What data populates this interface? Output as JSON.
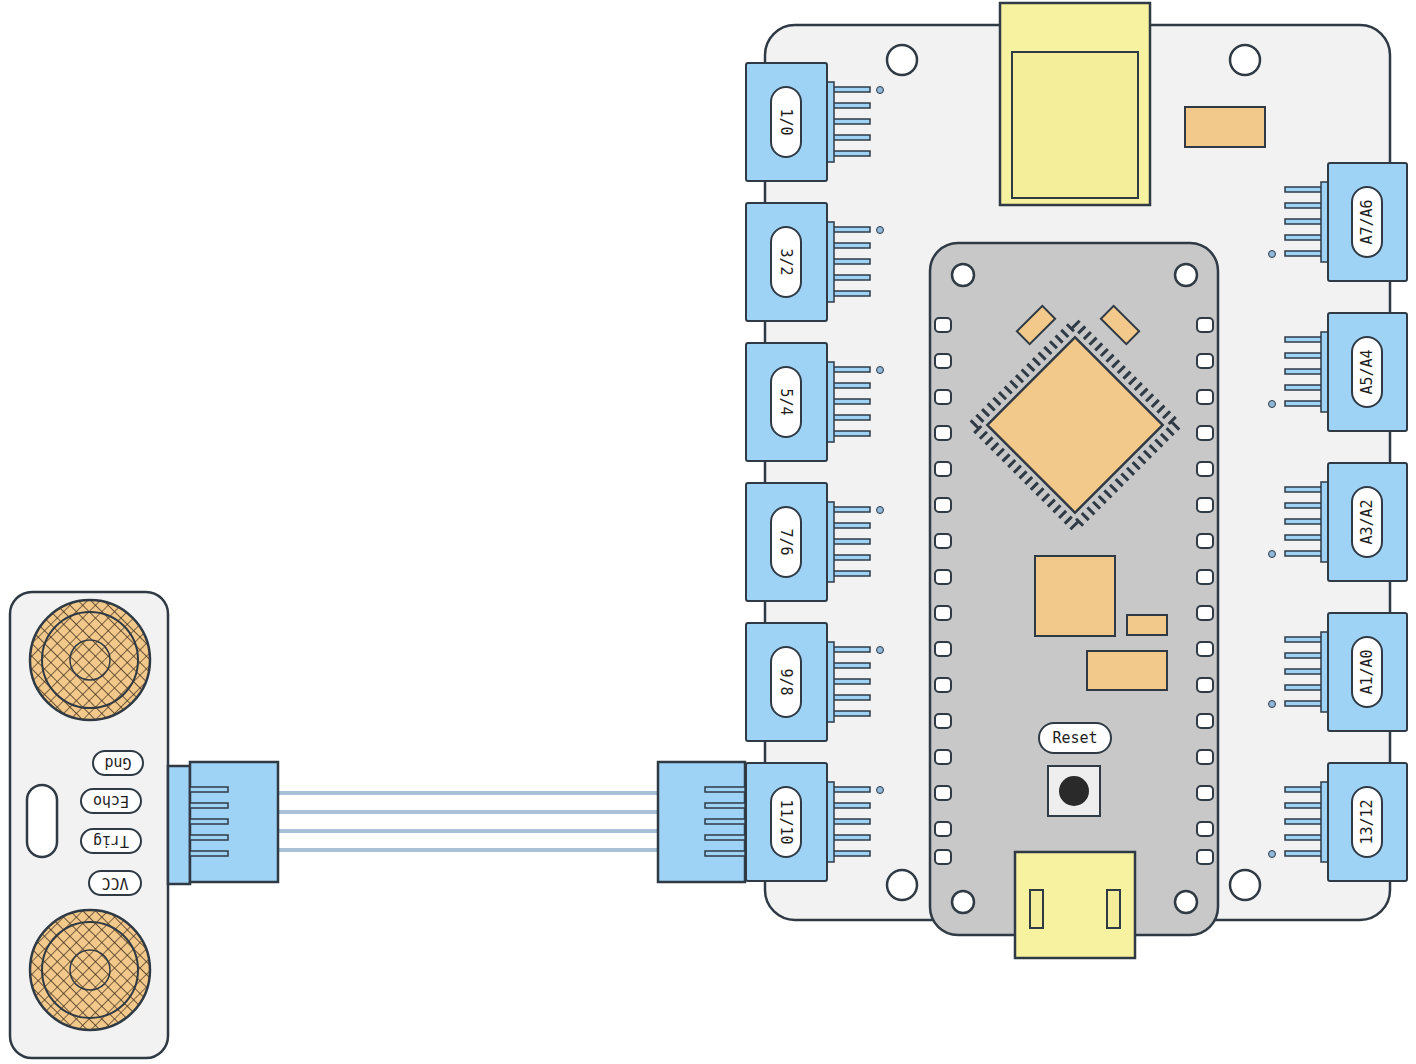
{
  "diagram": {
    "nodes": [
      {
        "text": [
          "1/0"
        ]
      },
      {
        "text": [
          "3/2"
        ]
      },
      {
        "text": [
          "5/4"
        ]
      },
      {
        "text": [
          "7/6"
        ]
      },
      {
        "text": [
          "9/8"
        ]
      },
      {
        "text": [
          "11/10"
        ]
      },
      {
        "text": [
          "A7/A6"
        ]
      },
      {
        "text": [
          "A5/A4"
        ]
      },
      {
        "text": [
          "A3/A2"
        ]
      },
      {
        "text": [
          "A1/A0"
        ]
      },
      {
        "text": [
          "13/12"
        ]
      },
      {
        "text": [
          "Reset"
        ]
      },
      {
        "text": [
          "Gnd",
          "Echo",
          "Trig",
          "VCC"
        ]
      }
    ],
    "edges": [
      {
        "from": 12,
        "to": 5,
        "arrow": "none"
      }
    ]
  }
}
